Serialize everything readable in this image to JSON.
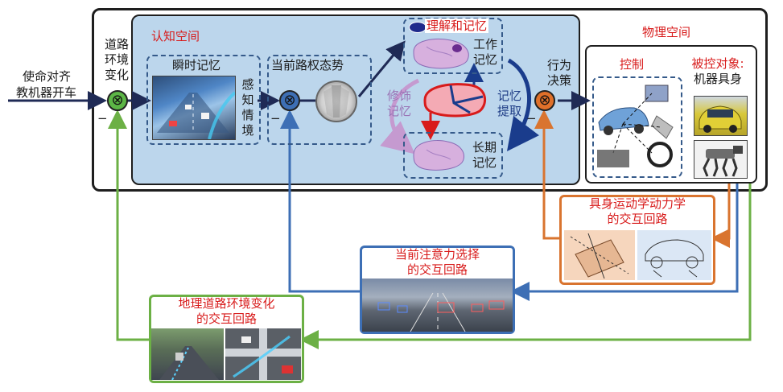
{
  "mission": [
    "使命对齐",
    "教机器开车"
  ],
  "road_change": [
    "道路",
    "环境",
    "变化"
  ],
  "cognitive_space": "认知空间",
  "physical_space": "物理空间",
  "instant_memory": "瞬时记忆",
  "perception": [
    "感知",
    "情境"
  ],
  "right_of_way": "当前路权态势",
  "understanding_memory": "理解和记忆",
  "working_memory": [
    "工作",
    "记忆"
  ],
  "modify_memory": [
    "修饰",
    "记忆"
  ],
  "memory_retrieval": [
    "记忆",
    "提取"
  ],
  "long_term_memory": [
    "长期",
    "记忆"
  ],
  "behavior_decision": [
    "行为",
    "决策"
  ],
  "control": "控制",
  "controlled_object": [
    "被控对象:",
    "机器具身"
  ],
  "minus": "−",
  "loops": {
    "embodied": [
      "具身运动学动力学",
      "的交互回路"
    ],
    "attention": [
      "当前注意力选择",
      "的交互回路"
    ],
    "geo": [
      "地理道路环境变化",
      "的交互回路"
    ]
  },
  "colors": {
    "cognitive_bg": "#bcd6ec",
    "summing_green": "#5cb646",
    "summing_blue": "#3d6fb5",
    "summing_orange": "#e0702a",
    "loop_orange": "#d9742f",
    "loop_blue": "#3d6fb5",
    "loop_green": "#6cb045",
    "title_red": "#d81b1b"
  }
}
